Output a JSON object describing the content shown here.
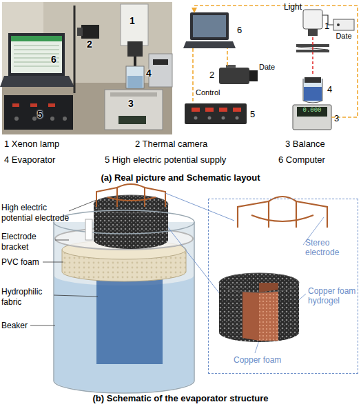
{
  "diagram": {
    "nodes": [
      {
        "text": [
          "Light",
          "1"
        ]
      },
      {
        "text": [
          "Date"
        ]
      },
      {
        "text": [
          "6"
        ]
      },
      {
        "text": [
          "2",
          "Date"
        ]
      },
      {
        "text": [
          "5"
        ]
      },
      {
        "text": [
          "4"
        ]
      },
      {
        "text": [
          "0.000",
          "3"
        ]
      },
      {
        "text": [
          "Stereo electrode",
          "Copper foam hydrogel",
          "Copper foam"
        ]
      }
    ],
    "edges": [
      {
        "from": 0,
        "to": 1,
        "arrow": "none"
      },
      {
        "from": 6,
        "to": 2,
        "arrow": "to"
      },
      {
        "from": 2,
        "to": 4,
        "label": "Control",
        "arrow": "none"
      },
      {
        "from": 3,
        "to": 2,
        "arrow": "none"
      }
    ],
    "labels": [
      "1",
      "2",
      "3",
      "4",
      "5",
      "6",
      "1 Xenon lamp",
      "2 Thermal camera",
      "3 Balance",
      "4 Evaporator",
      "5 High electric potential supply",
      "6 Computer",
      "(a) Real picture and Schematic layout",
      "High electric potential electrode",
      "Electrode bracket",
      "PVC foam",
      "Hydrophilic fabric",
      "Beaker",
      "(b) Schematic of the evaporator structure"
    ]
  }
}
